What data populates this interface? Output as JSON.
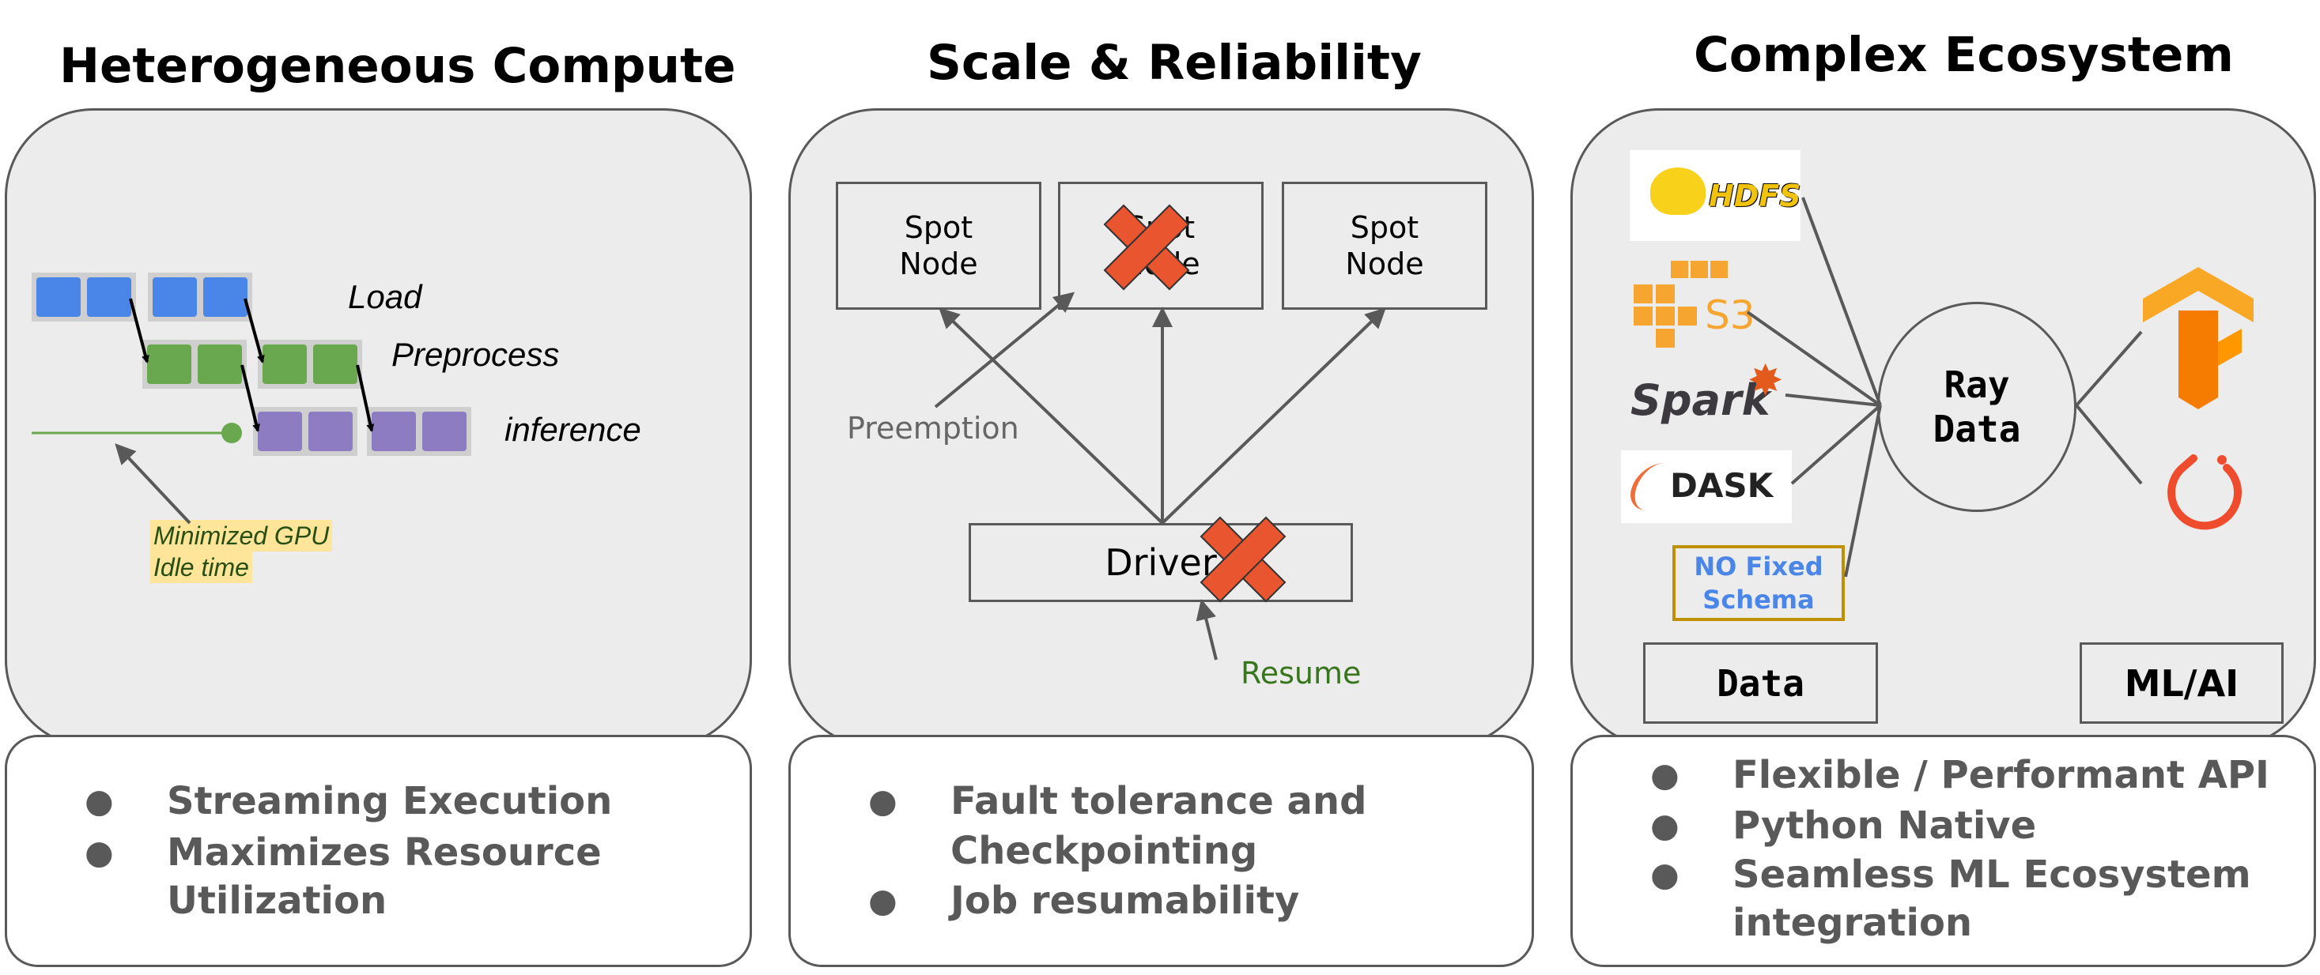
{
  "columns": [
    {
      "title": "Heterogeneous Compute",
      "bullets": [
        "Streaming Execution",
        "Maximizes Resource",
        "Utilization"
      ],
      "diagram": {
        "stage_labels": [
          "Load",
          "Preprocess",
          "inference"
        ],
        "note_line1": "Minimized GPU",
        "note_line2": "Idle time"
      }
    },
    {
      "title": "Scale & Reliability",
      "bullets": [
        "Fault tolerance and",
        "Checkpointing",
        "Job resumability"
      ],
      "diagram": {
        "node_line1": "Spot",
        "node_line2": "Node",
        "driver": "Driver",
        "preemption": "Preemption",
        "resume": "Resume"
      }
    },
    {
      "title": "Complex Ecosystem",
      "bullets": [
        "Flexible / Performant API",
        "Python Native",
        "Seamless ML Ecosystem",
        "integration"
      ],
      "diagram": {
        "logos": [
          "HDFS",
          "S3",
          "Spark",
          "DASK"
        ],
        "no_schema_line1": "NO Fixed",
        "no_schema_line2": "Schema",
        "center_line1": "Ray",
        "center_line2": "Data",
        "data_label": "Data",
        "mlai_label": "ML/AI"
      }
    }
  ],
  "colors": {
    "load": "#4a86e8",
    "preprocess": "#6aa84f",
    "inference": "#8e7cc3",
    "cross": "#e8552f",
    "panel": "#ececec",
    "note_bg": "#ffe599",
    "resume_text": "#38761d",
    "no_schema_text": "#4a86e8",
    "no_schema_border": "#bf9000",
    "tensorflow": "#f5a623",
    "pytorch": "#ee4c2c"
  }
}
